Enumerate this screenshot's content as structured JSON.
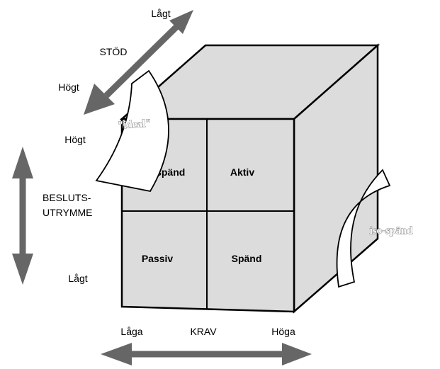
{
  "labels": {
    "support_title": "STÖD",
    "support_low": "Lågt",
    "support_high": "Högt",
    "decision_high": "Högt",
    "decision_title_line1": "BESLUTS-",
    "decision_title_line2": "UTRYMME",
    "decision_low": "Lågt",
    "demand_low": "Låga",
    "demand_title": "KRAV",
    "demand_high": "Höga"
  },
  "cells": {
    "top_left": "Avspänd",
    "top_right": "Aktiv",
    "bottom_left": "Passiv",
    "bottom_right": "Spänd"
  },
  "curved_labels": {
    "left": "\"ideal\"",
    "right": "iso-spänd"
  },
  "colors": {
    "face": "#dcdcdc",
    "outline": "#000000",
    "arrow": "#666666",
    "text": "#000000"
  }
}
